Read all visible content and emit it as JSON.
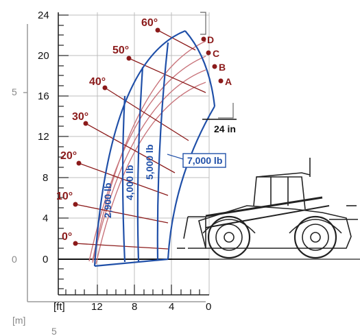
{
  "y_axis_ft": {
    "ticks": [
      "24",
      "20",
      "16",
      "12",
      "8",
      "4",
      "0"
    ]
  },
  "x_axis_ft": {
    "unit_label": "[ft]",
    "ticks": [
      "12",
      "8",
      "4",
      "0"
    ]
  },
  "metric_axis": {
    "unit_label": "[m]",
    "y_tick": "5",
    "y_zero": "0",
    "x_tick": "5"
  },
  "angles": [
    "60°",
    "50°",
    "40°",
    "30°",
    "20°",
    "10°",
    "0°"
  ],
  "load_zones": [
    "2,900 lb",
    "4,000 lb",
    "5,000 lb",
    "7,000 lb"
  ],
  "fork_points": [
    "D",
    "C",
    "B",
    "A"
  ],
  "fork_offset_label": "24 in",
  "colors": {
    "envelope": "#1f4fa8",
    "arcs": "#c8737a",
    "angle_text": "#8b1a1a"
  }
}
